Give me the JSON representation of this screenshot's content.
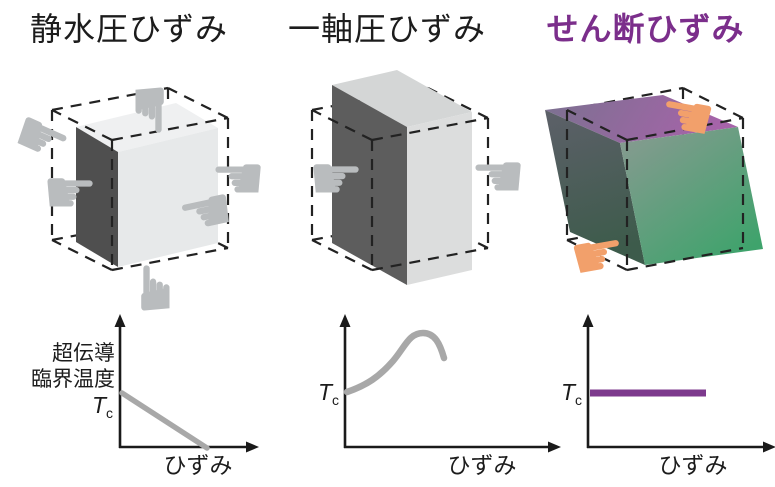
{
  "titles": {
    "hydrostatic": "静水圧ひずみ",
    "uniaxial": "一軸圧ひずみ",
    "shear": "せん断ひずみ"
  },
  "icons": {
    "hand_right": "☛",
    "hand_left": "☚"
  },
  "colors": {
    "accent_purple": "#7b2e8b",
    "curve_gray": "#a8a8a8",
    "shear_line_purple": "#7d3a8d",
    "hand_gray": "#b9bcbe",
    "hand_skin": "#f2a06b",
    "cube_dark": "#4f4f4f",
    "cube_light": "#e7e9ea",
    "cube_top": "#eff0f1",
    "box_dark": "#5d5d5d",
    "box_light": "#dcdddd",
    "box_top": "#d4d6d6",
    "shear_top_left": "#7b7190",
    "shear_top_right": "#a763aa",
    "shear_front_tl": "#8a9a92",
    "shear_front_br": "#3fa36c",
    "shear_side_top": "#5d6069",
    "shear_side_bottom": "#3d5b4b"
  },
  "charts": {
    "hydrostatic": {
      "type": "line",
      "ylabel_line1": "超伝導",
      "ylabel_line2": "臨界温度",
      "tc_main": "T",
      "tc_sub": "c",
      "xlabel": "ひずみ",
      "trend": "Tc decreases linearly from Tc at zero strain down to zero"
    },
    "uniaxial": {
      "type": "line",
      "tc_main": "T",
      "tc_sub": "c",
      "xlabel": "ひずみ",
      "trend": "Tc rises with strain into a dome-shaped maximum then falls"
    },
    "shear": {
      "type": "line",
      "tc_main": "T",
      "tc_sub": "c",
      "xlabel": "ひずみ",
      "trend": "Tc stays constant, independent of shear strain"
    }
  }
}
